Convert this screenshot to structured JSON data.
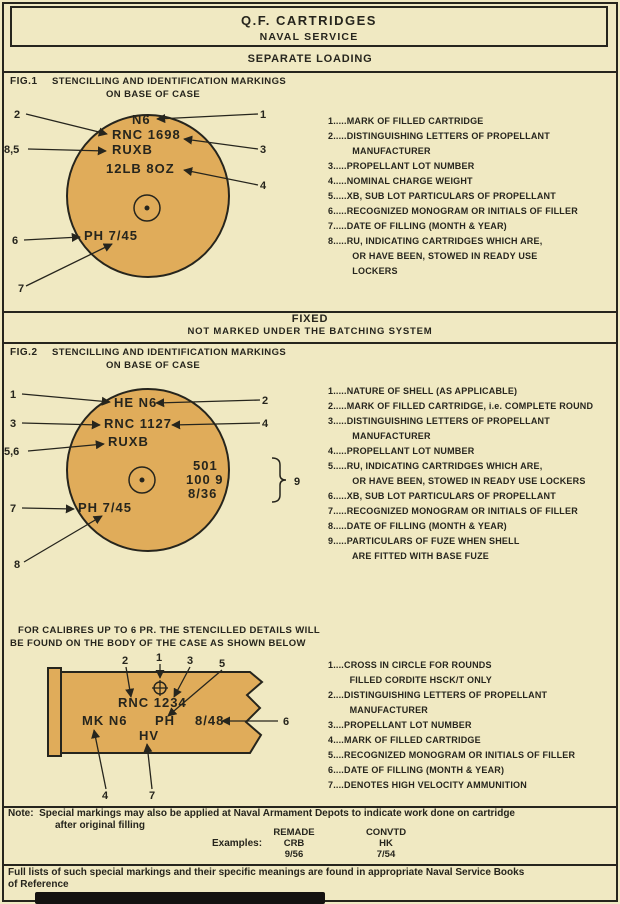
{
  "colors": {
    "paper": "#f0e9c2",
    "ink": "#26251d",
    "case": "#e0ac5a"
  },
  "header": {
    "title": "Q.F. CARTRIDGES",
    "subtitle": "NAVAL SERVICE"
  },
  "fig1": {
    "section_heading": "SEPARATE LOADING",
    "label": "FIG.1",
    "caption1": "STENCILLING AND IDENTIFICATION MARKINGS",
    "caption2": "ON BASE OF CASE",
    "markings": {
      "mark": "N6",
      "maker_lot": "RNC 1698",
      "ru_xb": "RUXB",
      "weight": "12LB 8OZ",
      "filler_date": "PH 7/45"
    },
    "callouts": {
      "n1": "1",
      "n2": "2",
      "n3": "3",
      "n4": "4",
      "n85": "8,5",
      "n6": "6",
      "n7": "7"
    },
    "legend": [
      "1.....MARK OF FILLED CARTRIDGE",
      "2.....DISTINGUISHING LETTERS OF PROPELLANT",
      "         MANUFACTURER",
      "3.....PROPELLANT LOT NUMBER",
      "4.....NOMINAL CHARGE WEIGHT",
      "5.....XB, SUB LOT PARTICULARS OF PROPELLANT",
      "6.....RECOGNIZED MONOGRAM OR INITIALS OF FILLER",
      "7.....DATE OF FILLING (MONTH & YEAR)",
      "8.....RU, INDICATING CARTRIDGES WHICH ARE,",
      "         OR HAVE BEEN, STOWED IN READY USE",
      "         LOCKERS"
    ]
  },
  "fig2": {
    "section_heading": "FIXED",
    "section_subheading": "NOT MARKED UNDER THE BATCHING SYSTEM",
    "label": "FIG.2",
    "caption1": "STENCILLING AND IDENTIFICATION MARKINGS",
    "caption2": "ON BASE OF CASE",
    "markings": {
      "shell": "HE N6",
      "maker_lot": "RNC 1127",
      "ru_xb": "RUXB",
      "fuze1": "501",
      "fuze2": "100 9",
      "fuze3": "8/36",
      "filler_date": "PH 7/45"
    },
    "callouts": {
      "n1": "1",
      "n2": "2",
      "n3": "3",
      "n4": "4",
      "n56": "5,6",
      "n7": "7",
      "n8": "8",
      "n9": "9"
    },
    "brace": "}",
    "legend": [
      "1.....NATURE OF SHELL (AS APPLICABLE)",
      "2.....MARK OF FILLED CARTRIDGE, i.e. COMPLETE ROUND",
      "3.....DISTINGUISHING LETTERS OF PROPELLANT",
      "         MANUFACTURER",
      "4.....PROPELLANT LOT NUMBER",
      "5.....RU, INDICATING CARTRIDGES WHICH ARE,",
      "         OR HAVE BEEN, STOWED IN READY USE LOCKERS",
      "6.....XB, SUB LOT PARTICULARS OF PROPELLANT",
      "7.....RECOGNIZED MONOGRAM OR INITIALS OF FILLER",
      "8.....DATE OF FILLING (MONTH & YEAR)",
      "9.....PARTICULARS OF FUZE WHEN SHELL",
      "         ARE FITTED WITH BASE FUZE"
    ]
  },
  "fig3": {
    "intro1": "FOR CALIBRES UP TO 6 PR. THE STENCILLED DETAILS WILL",
    "intro2": "BE FOUND ON THE BODY OF THE CASE AS SHOWN BELOW",
    "markings": {
      "maker_lot": "RNC 1234",
      "mark": "MK N6",
      "filler": "PH",
      "date": "8/48",
      "hv": "HV"
    },
    "callouts": {
      "n1": "1",
      "n2": "2",
      "n3": "3",
      "n4": "4",
      "n5": "5",
      "n6": "6",
      "n7": "7"
    },
    "legend": [
      "1....CROSS IN CIRCLE FOR ROUNDS",
      "        FILLED CORDITE HSCK/T ONLY",
      "2....DISTINGUISHING LETTERS OF PROPELLANT",
      "        MANUFACTURER",
      "3....PROPELLANT LOT NUMBER",
      "4....MARK OF FILLED CARTRIDGE",
      "5....RECOGNIZED MONOGRAM OR INITIALS OF FILLER",
      "6....DATE OF FILLING (MONTH & YEAR)",
      "7....DENOTES HIGH VELOCITY AMMUNITION"
    ]
  },
  "note": {
    "line1": "Note:  Special markings may also be applied at Naval Armament Depots to indicate work done on cartridge",
    "line2": "after original filling",
    "examples_label": "Examples:",
    "example1": {
      "name": "REMADE",
      "mark": "CRB",
      "date": "9/56"
    },
    "example2": {
      "name": "CONVTD",
      "mark": "HK",
      "date": "7/54"
    }
  },
  "footer": {
    "line1": "Full lists of such special markings and their specific meanings are found in appropriate Naval Service Books",
    "line2": "of Reference"
  }
}
